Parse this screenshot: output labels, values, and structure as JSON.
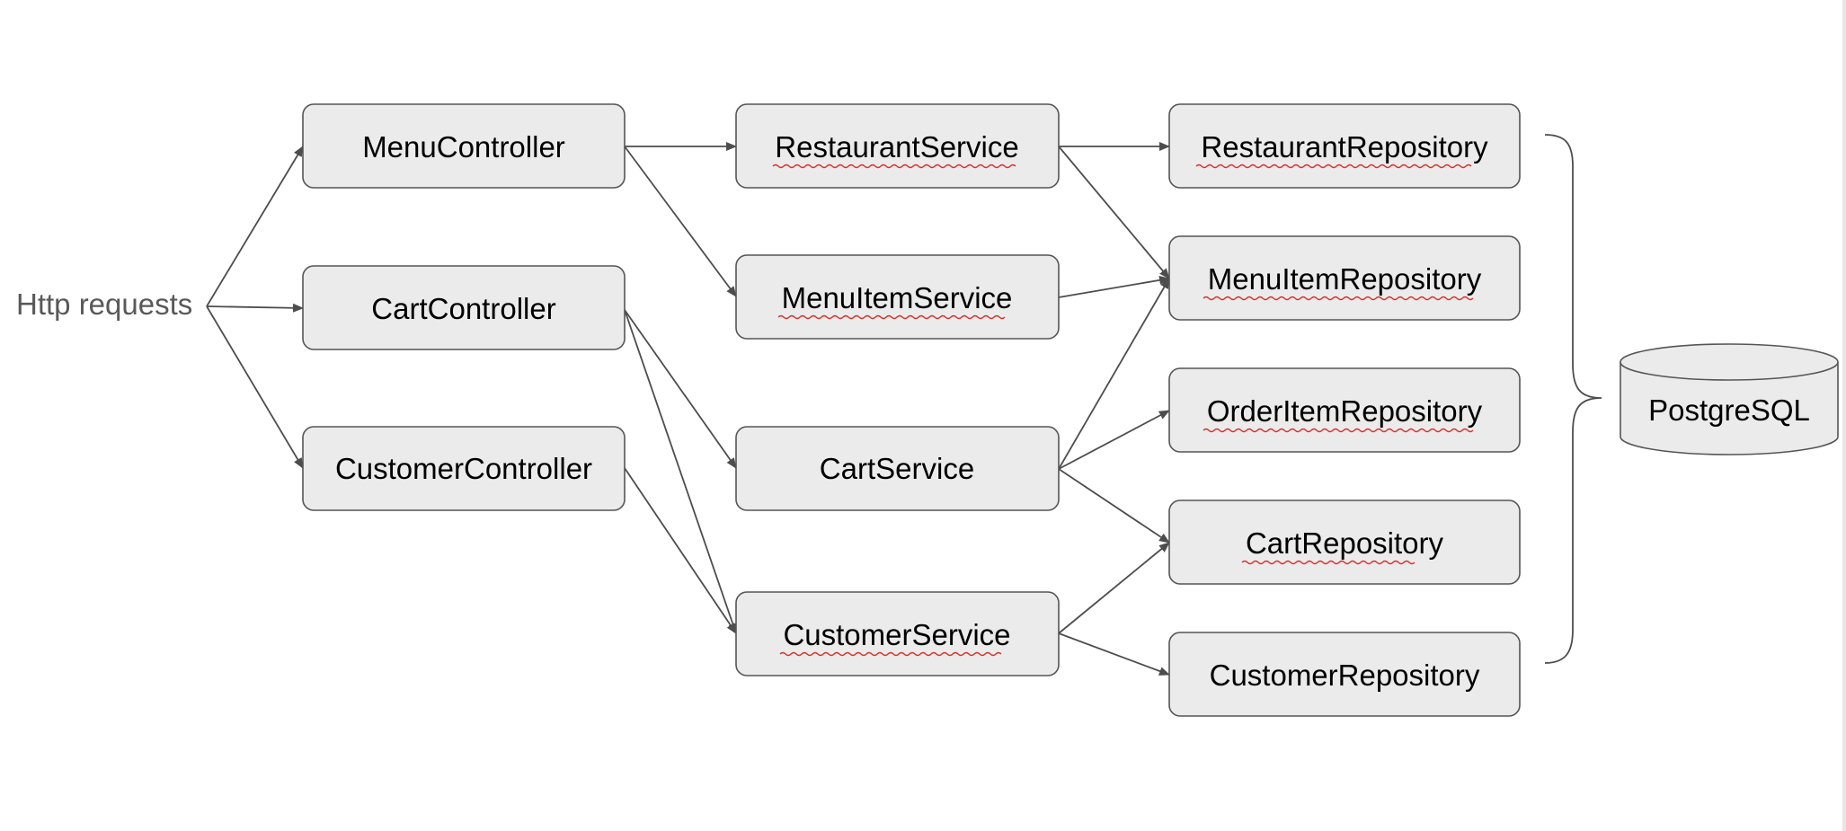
{
  "source": {
    "label": "Http requests"
  },
  "controllers": [
    {
      "id": "menu_controller",
      "label": "MenuController"
    },
    {
      "id": "cart_controller",
      "label": "CartController"
    },
    {
      "id": "customer_controller",
      "label": "CustomerController"
    }
  ],
  "services": [
    {
      "id": "restaurant_service",
      "label": "RestaurantService"
    },
    {
      "id": "menu_item_service",
      "label": "MenuItemService"
    },
    {
      "id": "cart_service",
      "label": "CartService"
    },
    {
      "id": "customer_service",
      "label": "CustomerService"
    }
  ],
  "repositories": [
    {
      "id": "restaurant_repository",
      "label": "RestaurantRepository"
    },
    {
      "id": "menu_item_repository",
      "label": "MenuItemRepository"
    },
    {
      "id": "order_item_repository",
      "label": "OrderItemRepository"
    },
    {
      "id": "cart_repository",
      "label": "CartRepository"
    },
    {
      "id": "customer_repository",
      "label": "CustomerRepository"
    }
  ],
  "database": {
    "label": "PostgreSQL"
  },
  "edges": [
    [
      "source",
      "menu_controller"
    ],
    [
      "source",
      "cart_controller"
    ],
    [
      "source",
      "customer_controller"
    ],
    [
      "menu_controller",
      "restaurant_service"
    ],
    [
      "menu_controller",
      "menu_item_service"
    ],
    [
      "cart_controller",
      "cart_service"
    ],
    [
      "cart_controller",
      "customer_service"
    ],
    [
      "customer_controller",
      "customer_service"
    ],
    [
      "restaurant_service",
      "restaurant_repository"
    ],
    [
      "restaurant_service",
      "menu_item_repository"
    ],
    [
      "menu_item_service",
      "menu_item_repository"
    ],
    [
      "cart_service",
      "menu_item_repository"
    ],
    [
      "cart_service",
      "order_item_repository"
    ],
    [
      "cart_service",
      "cart_repository"
    ],
    [
      "customer_service",
      "cart_repository"
    ],
    [
      "customer_service",
      "customer_repository"
    ]
  ],
  "colors": {
    "box_fill": "#ebebeb",
    "box_stroke": "#555555",
    "edge": "#4d4d4d",
    "source_text": "#595959",
    "spellcheck_underline": "#d9312b"
  }
}
